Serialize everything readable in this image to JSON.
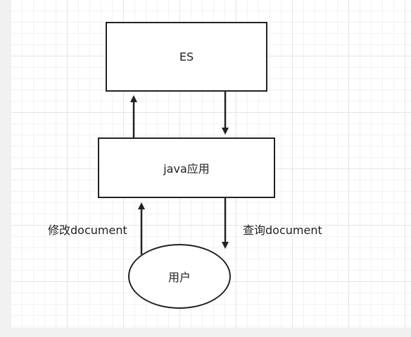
{
  "nodes": {
    "es": "ES",
    "java_app": "java应用",
    "user": "用户"
  },
  "edges": {
    "modify_label": "修改document",
    "query_label": "查询document"
  }
}
